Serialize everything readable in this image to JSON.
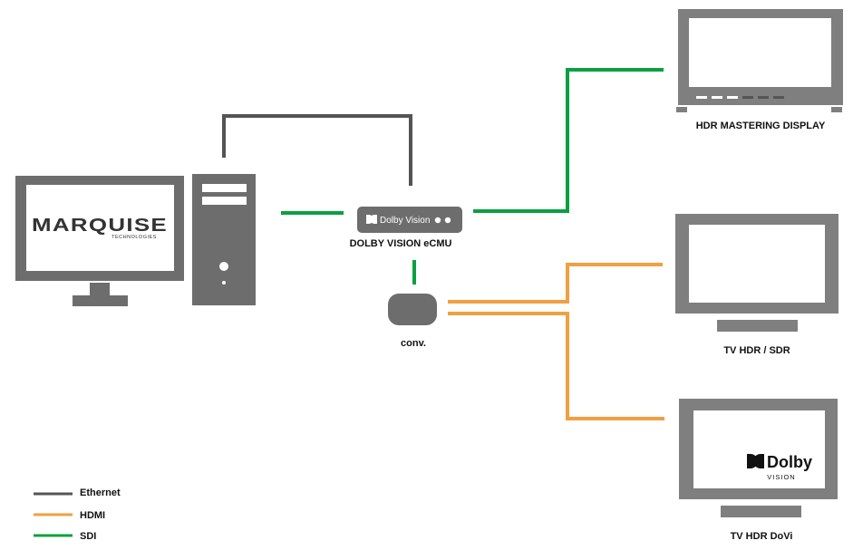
{
  "colors": {
    "ethernet": "#545454",
    "hdmi": "#f0a040",
    "sdi": "#0aa040",
    "device_gray": "#6d6d6d",
    "screen_frame": "#7f7f7f"
  },
  "workstation": {
    "logo_text": "MARQUISE",
    "logo_subtext": "TECHNOLOGIES"
  },
  "ecmu": {
    "badge_text": "Dolby Vision",
    "label": "DOLBY VISION  eCMU"
  },
  "converter": {
    "label": "conv."
  },
  "displays": {
    "mastering": {
      "label": "HDR MASTERING DISPLAY"
    },
    "tv_hdr_sdr": {
      "label": "TV HDR / SDR"
    },
    "tv_dovi": {
      "label": "TV HDR DoVi",
      "logo_text": "Dolby",
      "logo_subtext": "VISION"
    }
  },
  "legend": {
    "items": [
      {
        "label": "Ethernet",
        "color": "#545454"
      },
      {
        "label": "HDMI",
        "color": "#f0a040"
      },
      {
        "label": "SDI",
        "color": "#0aa040"
      }
    ]
  }
}
